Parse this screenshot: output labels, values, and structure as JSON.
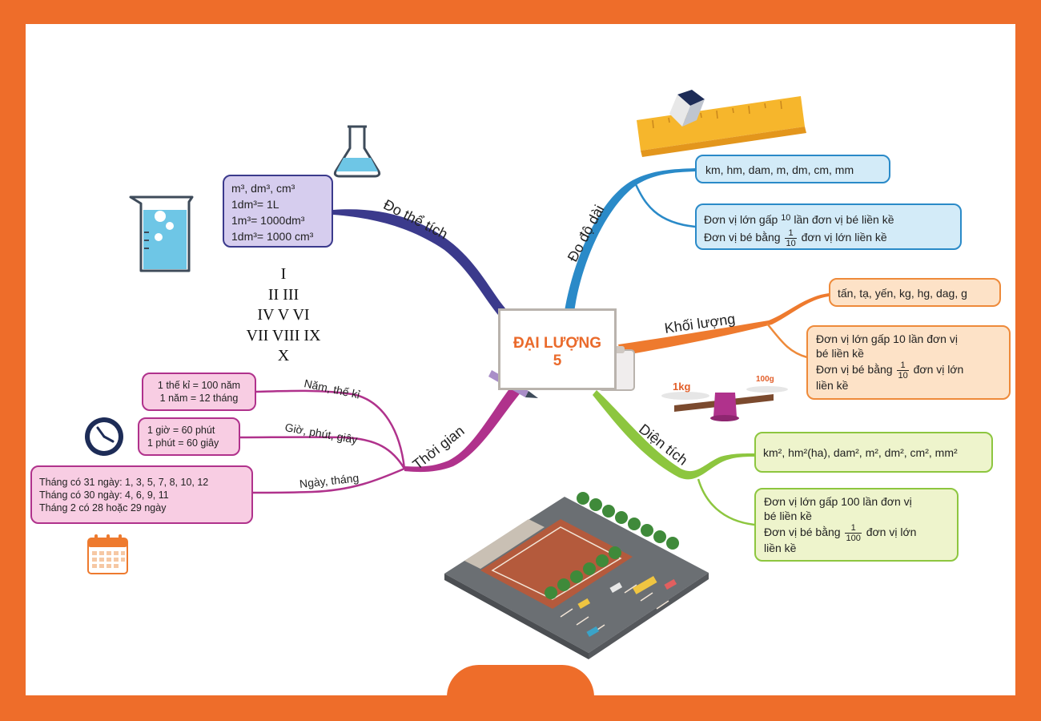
{
  "colors": {
    "frame": "#ee6d2a",
    "volume": "#3b3a8c",
    "length": "#2a8ac8",
    "mass": "#ee8a3a",
    "area": "#8dc63f",
    "time": "#b0328c",
    "center_text": "#ea6a2b"
  },
  "center": {
    "line1": "ĐẠI LƯỢNG",
    "line2": "5"
  },
  "volume": {
    "branch": "Đo thể tích",
    "box": [
      "m³, dm³, cm³",
      "1dm³= 1L",
      "1m³= 1000dm³",
      "1dm³= 1000 cm³"
    ]
  },
  "length": {
    "branch": "Đo độ dài",
    "units": "km, hm, dam, m, dm, cm, mm",
    "rule1_before": "Đơn vị lớn gấp",
    "rule1_number": "10",
    "rule1_after": "lần đơn vị bé liền kề",
    "rule2_before": "Đơn vị bé bằng",
    "rule2_num": "1",
    "rule2_den": "10",
    "rule2_after": "đơn vị lớn liền kề"
  },
  "mass": {
    "branch": "Khối lượng",
    "units": "tấn, tạ, yến, kg, hg, dag, g",
    "rule1_a": "Đơn vị lớn gấp 10 lần đơn vị",
    "rule1_b": "bé liền kề",
    "rule2_before": "Đơn vị bé bằng",
    "rule2_num": "1",
    "rule2_den": "10",
    "rule2_after": "đơn vị lớn",
    "rule2_c": "liền kề",
    "scale_left": "1kg",
    "scale_right": "100g"
  },
  "area": {
    "branch": "Diện tích",
    "units": "km², hm²(ha), dam², m², dm², cm², mm²",
    "rule1_a": "Đơn vị lớn gấp 100 lần đơn vị",
    "rule1_b": "bé liền kề",
    "rule2_before": "Đơn vị bé bằng",
    "rule2_num": "1",
    "rule2_den": "100",
    "rule2_after": "đơn vị lớn",
    "rule2_c": "liền kề"
  },
  "time": {
    "branch": "Thời gian",
    "years_label": "Năm, thế kỉ",
    "years_box": [
      "1 thế kỉ = 100 năm",
      "1 năm = 12 tháng"
    ],
    "hours_label": "Giờ, phút, giây",
    "hours_box": [
      "1 giờ = 60 phút",
      "1 phút = 60 giây"
    ],
    "days_label": "Ngày, tháng",
    "days_box": [
      "Tháng có 31 ngày: 1, 3, 5, 7, 8, 10, 12",
      "Tháng có 30 ngày: 4, 6, 9, 11",
      "Tháng 2 có 28 hoặc 29 ngày"
    ]
  },
  "roman": [
    "I",
    "II III",
    "IV V VI",
    "VII VIII IX",
    "X"
  ],
  "icons": [
    "flask-icon",
    "beaker-icon",
    "ruler-icon",
    "eraser-icon",
    "scale-icon",
    "clock-icon",
    "calendar-icon",
    "pencil-icon",
    "basketball-court-illustration"
  ]
}
